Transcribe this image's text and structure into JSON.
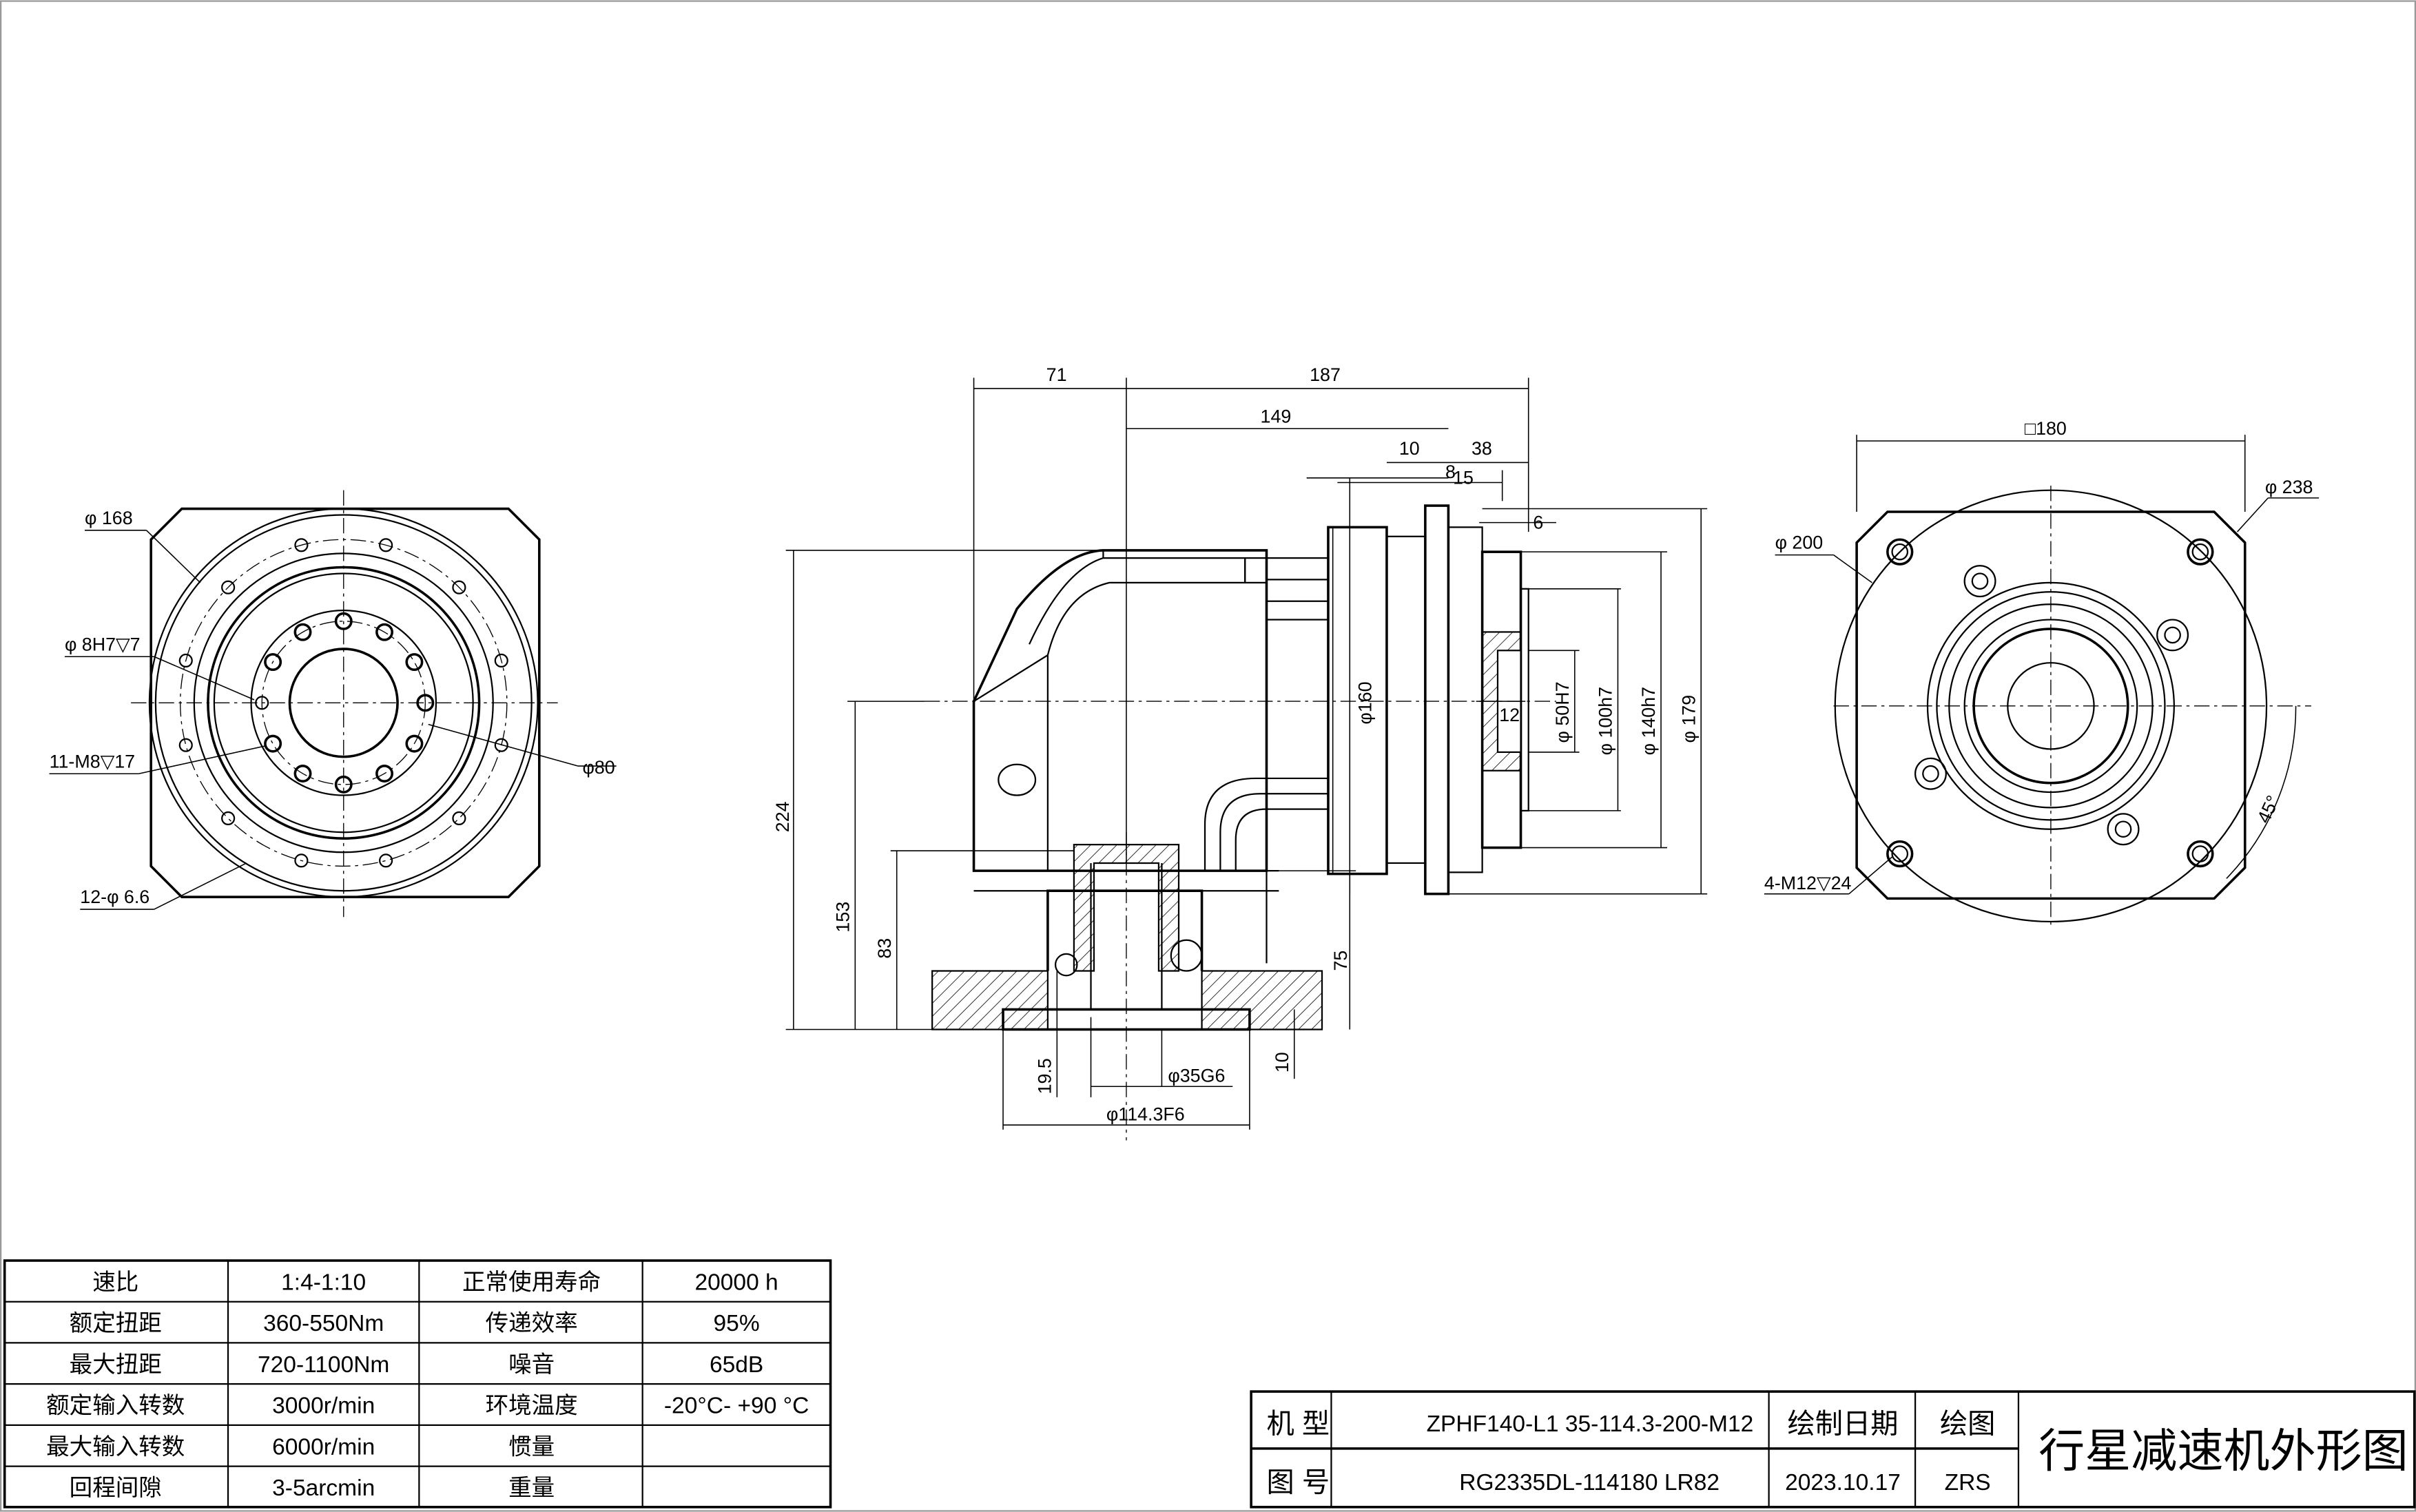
{
  "left_view": {
    "dims": {
      "d168": "φ 168",
      "d8h7": "φ 8H7▽7",
      "m8": "11-M8▽17",
      "d80": "φ80",
      "holes": "12-φ 6.6"
    }
  },
  "side_view": {
    "dims": {
      "d71": "71",
      "d187": "187",
      "d149": "149",
      "d10": "10",
      "d38": "38",
      "d8": "8",
      "d15": "15",
      "d6": "6",
      "d160": "φ160",
      "d12": "12",
      "d50": "φ 50H7",
      "d100": "φ 100h7",
      "d140": "φ 140h7",
      "d179": "φ 179",
      "d224": "224",
      "d153": "153",
      "d83": "83",
      "d75": "75",
      "d19_5": "19.5",
      "d35": "φ35G6",
      "d10b": "10",
      "d114": "φ114.3F6"
    }
  },
  "right_view": {
    "dims": {
      "sq180": "□180",
      "d238": "φ 238",
      "d200": "φ 200",
      "m12": "4-M12▽24",
      "a45": "45°"
    }
  },
  "spec_table": {
    "rows": [
      [
        "速比",
        "1:4-1:10",
        "正常使用寿命",
        "20000 h"
      ],
      [
        "额定扭距",
        "360-550Nm",
        "传递效率",
        "95%"
      ],
      [
        "最大扭距",
        "720-1100Nm",
        "噪音",
        "65dB"
      ],
      [
        "额定输入转数",
        "3000r/min",
        "环境温度",
        "-20°C- +90 °C"
      ],
      [
        "最大输入转数",
        "6000r/min",
        "惯量",
        ""
      ],
      [
        "回程间隙",
        "3-5arcmin",
        "重量",
        ""
      ]
    ]
  },
  "title_block": {
    "model_label": "机  型",
    "model_value": "ZPHF140-L1 35-114.3-200-M12",
    "drawing_no_label": "图  号",
    "drawing_no_value": "RG2335DL-114180 LR82",
    "date_label": "绘制日期",
    "date_value": "2023.10.17",
    "drawer_label": "绘图",
    "drawer_value": "ZRS",
    "title": "行星减速机外形图"
  }
}
